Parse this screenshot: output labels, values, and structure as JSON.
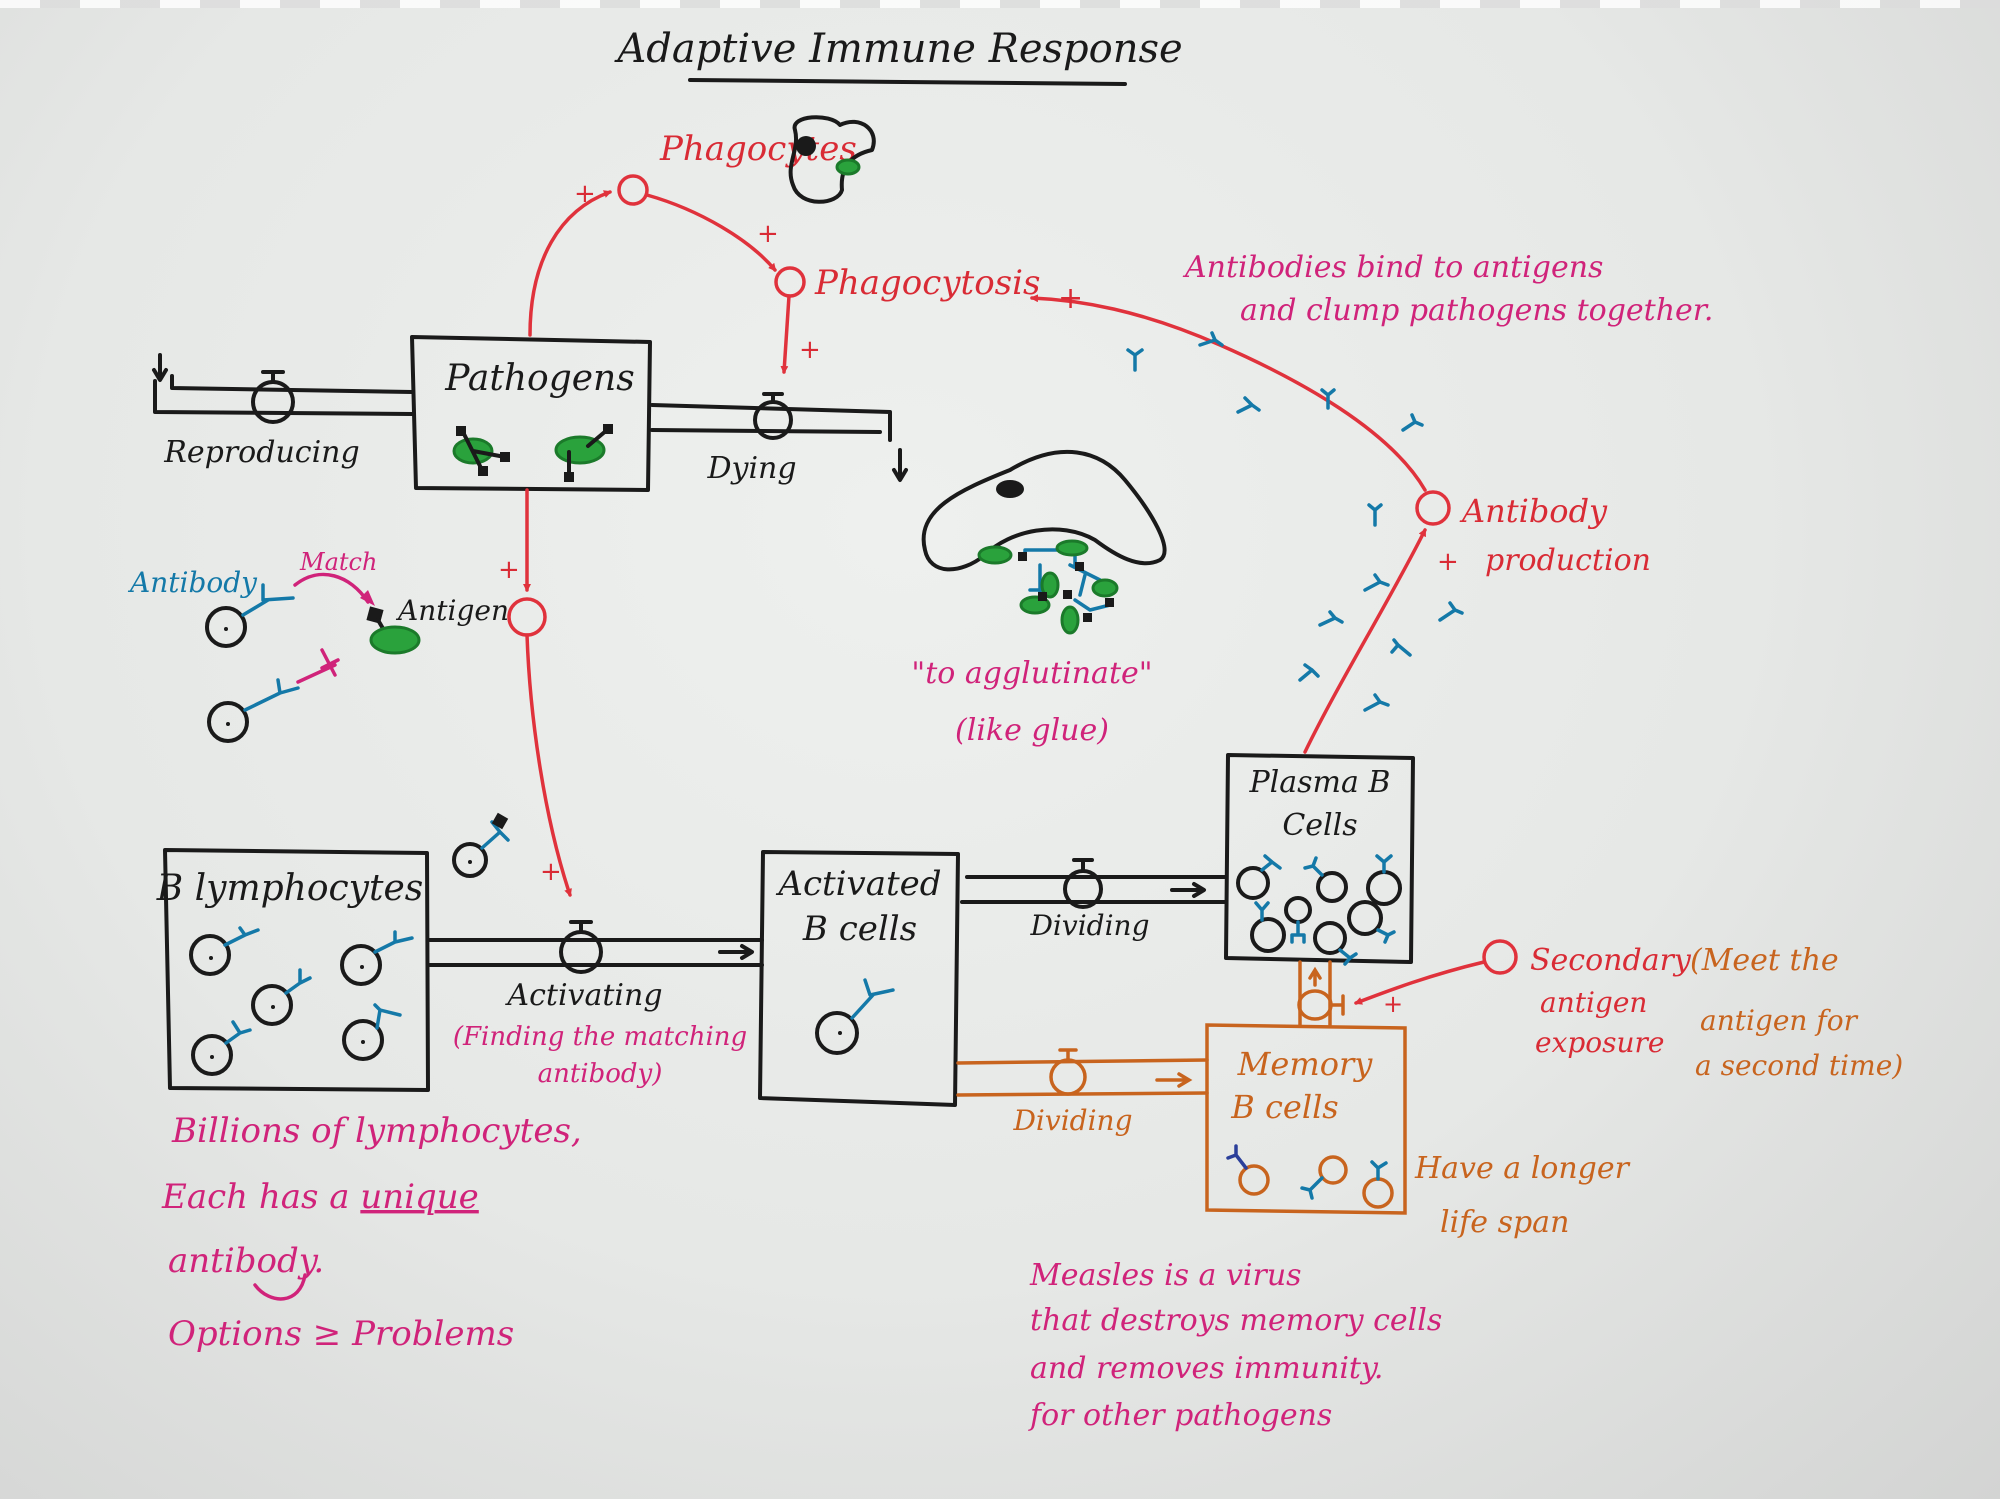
{
  "title": "Adaptive Immune Response",
  "colors": {
    "ink_black": "#1a1a1a",
    "ink_red": "#e0323c",
    "ink_pink": "#d0237a",
    "ink_blue": "#1479a8",
    "ink_orange": "#c8641e",
    "ink_green": "#2aa23c",
    "board": "#e8eae8"
  },
  "stocks": {
    "pathogens": "Pathogens",
    "b_lymphocytes": "B lymphocytes",
    "activated_b_cells_line1": "Activated",
    "activated_b_cells_line2": "B cells",
    "plasma_b_cells_line1": "Plasma B",
    "plasma_b_cells_line2": "Cells",
    "memory_b_cells_line1": "Memory",
    "memory_b_cells_line2": "B cells"
  },
  "flows": {
    "reproducing": "Reproducing",
    "dying": "Dying",
    "activating": "Activating",
    "activating_note_line1": "(Finding the matching",
    "activating_note_line2": "antibody)",
    "dividing_plasma": "Dividing",
    "dividing_memory": "Dividing"
  },
  "variables": {
    "phagocytes": "Phagocytes",
    "phagocytosis": "Phagocytosis",
    "antibody_production_line1": "Antibody",
    "antibody_production_line2": "production",
    "secondary_line1": "Secondary",
    "secondary_line2": "antigen",
    "secondary_line3": "exposure"
  },
  "polarity": {
    "plus": "+"
  },
  "legend": {
    "antibody": "Antibody",
    "match": "Match",
    "antigen": "Antigen"
  },
  "annotations": {
    "antibodies_bind_line1": "Antibodies bind to antigens",
    "antibodies_bind_line2": "and clump pathogens together.",
    "agglutinate_line1": "\"to agglutinate\"",
    "agglutinate_line2": "(like glue)",
    "billions_line1": "Billions of lymphocytes,",
    "billions_line2_prefix": "Each has a ",
    "billions_line2_emph": "unique",
    "billions_line3": "antibody.",
    "billions_line4": "Options ≥ Problems",
    "second_time_line1": "(Meet the",
    "second_time_line2": "antigen for",
    "second_time_line3": "a second time)",
    "longer_life_line1": "Have a longer",
    "longer_life_line2": "life span",
    "measles_line1": "Measles is a virus",
    "measles_line2": "that destroys memory cells",
    "measles_line3": "and removes immunity.",
    "measles_line4": "for other pathogens"
  }
}
